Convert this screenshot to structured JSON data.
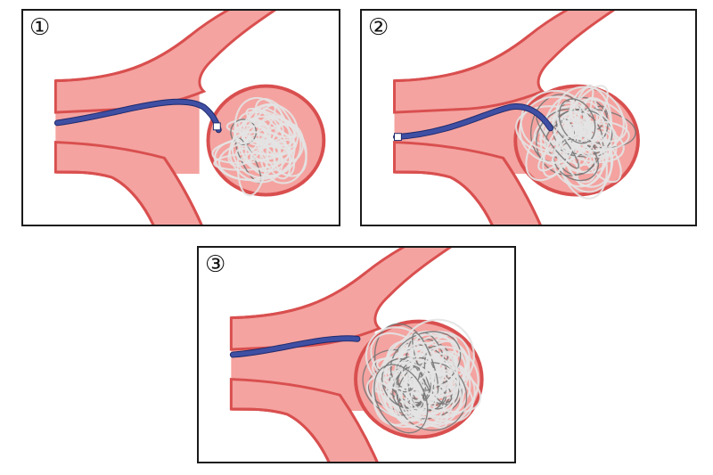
{
  "colors": {
    "vessel_fill": "#f4a3a0",
    "vessel_wall": "#d94f4f",
    "catheter": "#3f4fa3",
    "coil_light": "#e3e3e3",
    "coil_dark": "#777777"
  },
  "panels": [
    {
      "label": "①",
      "coil_density": 0.25
    },
    {
      "label": "②",
      "coil_density": 0.6
    },
    {
      "label": "③",
      "coil_density": 1.0
    }
  ]
}
